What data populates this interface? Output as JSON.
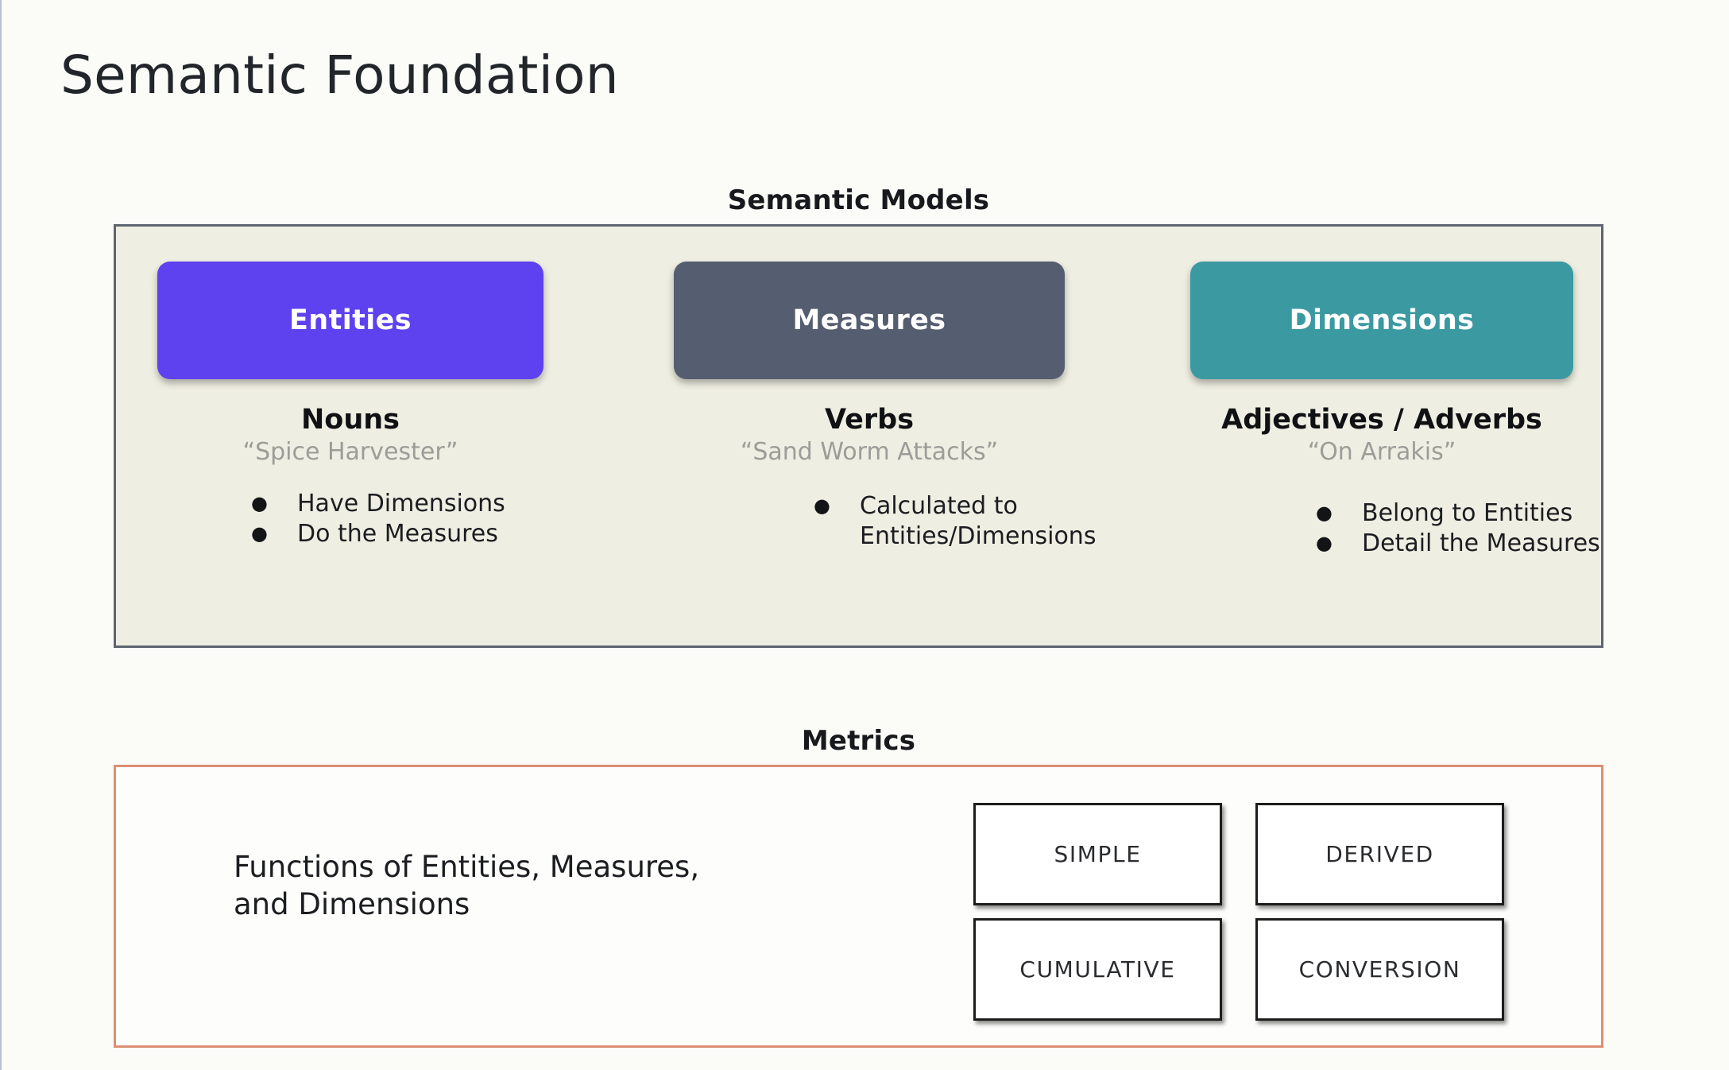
{
  "title": "Semantic Foundation",
  "colors": {
    "page_background": "#fbfbf8",
    "panel_background": "#efeee2",
    "panel_border": "#5e6470",
    "metrics_border": "#dd8e72",
    "entities": "#5e41ef",
    "measures": "#555d70",
    "dimensions": "#3b99a2",
    "example_text": "#9c9c98"
  },
  "semantic_models": {
    "caption": "Semantic Models",
    "columns": [
      {
        "pill_label": "Entities",
        "heading": "Nouns",
        "example": "“Spice Harvester”",
        "bullets": [
          "Have Dimensions",
          "Do the Measures"
        ]
      },
      {
        "pill_label": "Measures",
        "heading": "Verbs",
        "example": "“Sand Worm Attacks”",
        "bullets": [
          "Calculated to\nEntities/Dimensions"
        ]
      },
      {
        "pill_label": "Dimensions",
        "heading": "Adjectives / Adverbs",
        "example": "“On Arrakis”",
        "bullets": [
          "Belong to Entities",
          "Detail the Measures"
        ]
      }
    ]
  },
  "metrics": {
    "caption": "Metrics",
    "description": "Functions of Entities, Measures,\nand Dimensions",
    "types": [
      {
        "label": "SIMPLE"
      },
      {
        "label": "DERIVED"
      },
      {
        "label": "CUMULATIVE"
      },
      {
        "label": "CONVERSION"
      }
    ]
  }
}
